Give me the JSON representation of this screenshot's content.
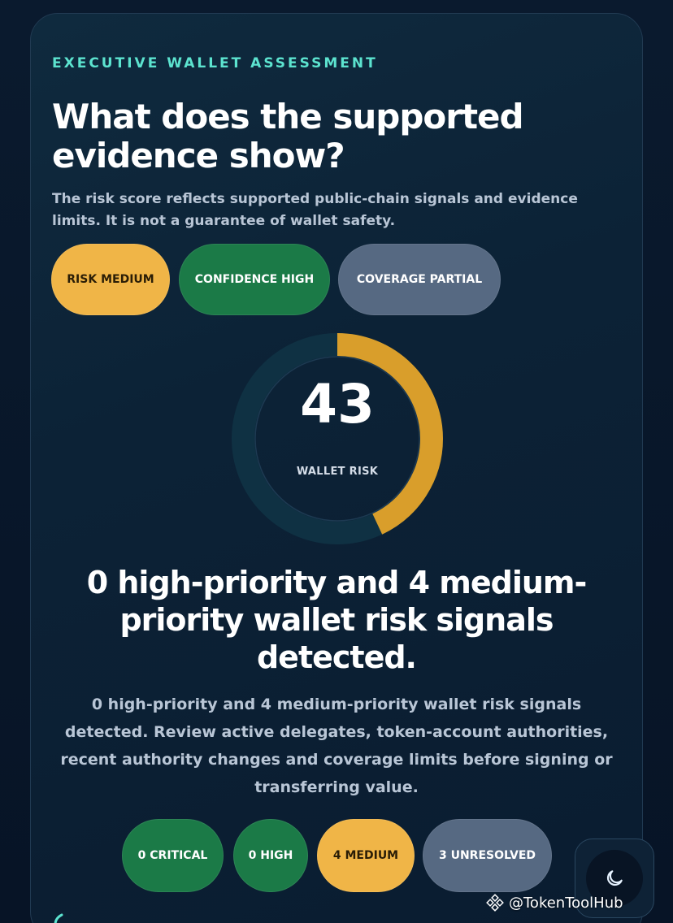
{
  "assessment": {
    "eyebrow": "EXECUTIVE WALLET ASSESSMENT",
    "title": "What does the supported evidence show?",
    "lead": "The risk score reflects supported public-chain signals and evidence limits. It is not a guarantee of wallet safety."
  },
  "badges": [
    {
      "label": "RISK MEDIUM",
      "tone": "medium"
    },
    {
      "label": "CONFIDENCE HIGH",
      "tone": "green"
    },
    {
      "label": "COVERAGE PARTIAL",
      "tone": "gray"
    }
  ],
  "gauge": {
    "score": "43",
    "score_value": 43,
    "max": 100,
    "label": "WALLET RISK",
    "fill_color": "#d99e2b",
    "track_color": "#0f3143"
  },
  "summary": {
    "headline": "0 high-priority and 4 medium-priority wallet risk signals detected.",
    "body": "0 high-priority and 4 medium-priority wallet risk signals detected. Review active delegates, token-account authorities, recent authority changes and coverage limits before signing or transferring value."
  },
  "counts": [
    {
      "label": "0 CRITICAL",
      "tone": "green"
    },
    {
      "label": "0 HIGH",
      "tone": "green"
    },
    {
      "label": "4 MEDIUM",
      "tone": "medium"
    },
    {
      "label": "3 UNRESOLVED",
      "tone": "gray"
    }
  ],
  "theme_toggle": {
    "icon": "moon-icon"
  },
  "watermark": {
    "text": "@TokenToolHub",
    "icon": "binance-logo-icon"
  },
  "colors": {
    "accent": "#5ce3cf",
    "medium": "#f0b547",
    "green": "#1b7a47",
    "gray": "#566982"
  }
}
